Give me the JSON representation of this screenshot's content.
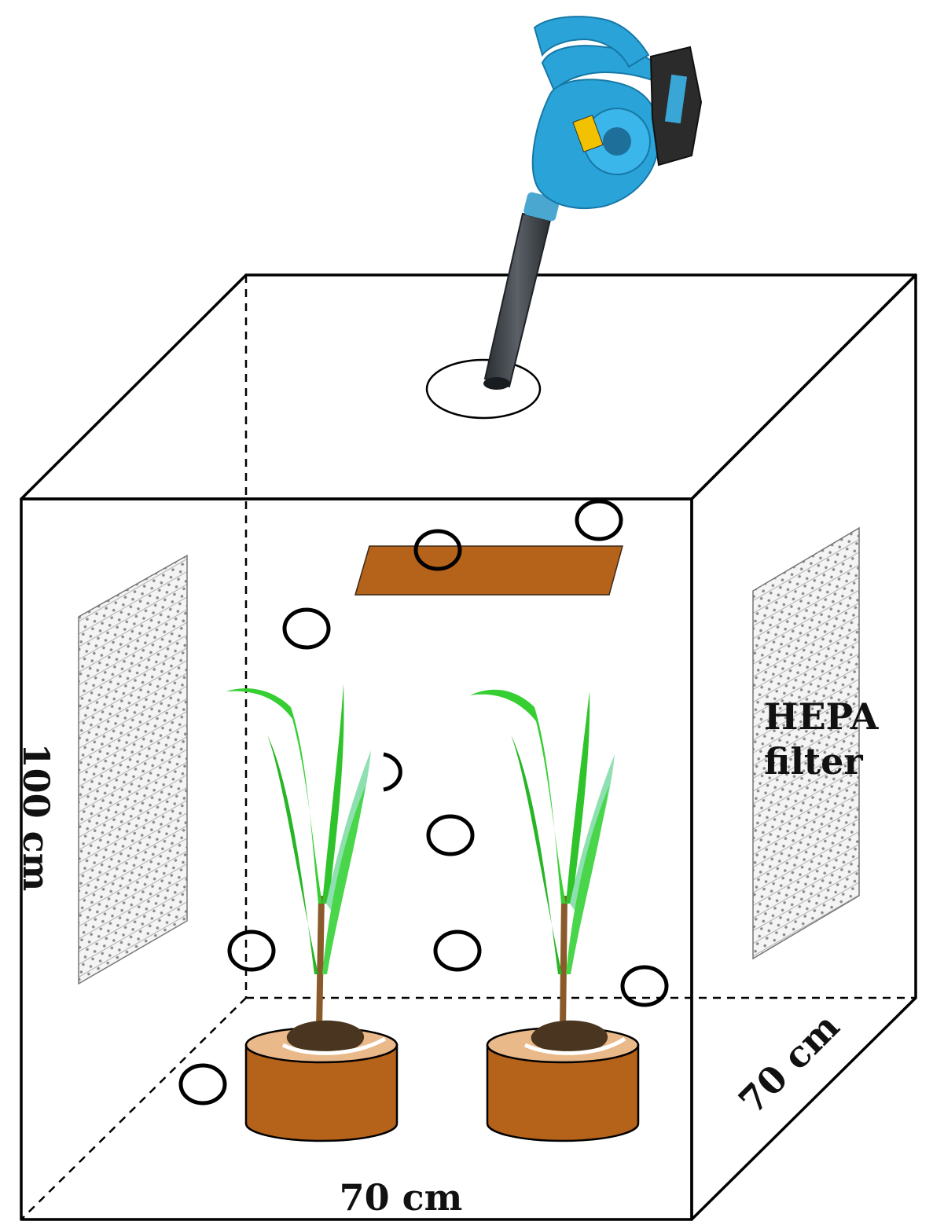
{
  "labels": {
    "height": "100 cm",
    "width": "70 cm",
    "depth": "70 cm",
    "filter_line1": "HEPA",
    "filter_line2": "filter"
  },
  "colors": {
    "box_line": "#000000",
    "plate": "#b5621a",
    "pot": "#b5621a",
    "pot_top": "#e9b98a",
    "soil": "#4a3520",
    "leaf": "#3fcf3a",
    "leaf_light": "#8fe0b0",
    "stem": "#8a5a2a",
    "blower_body": "#2aa3d8",
    "blower_nozzle": "#3a3f44",
    "battery": "#2b2b2b",
    "mesh": "#9a9a9a"
  },
  "icons": {
    "blower": "leaf-blower-icon",
    "plant": "corn-seedling-icon",
    "sampler": "circle-sampler-icon"
  }
}
